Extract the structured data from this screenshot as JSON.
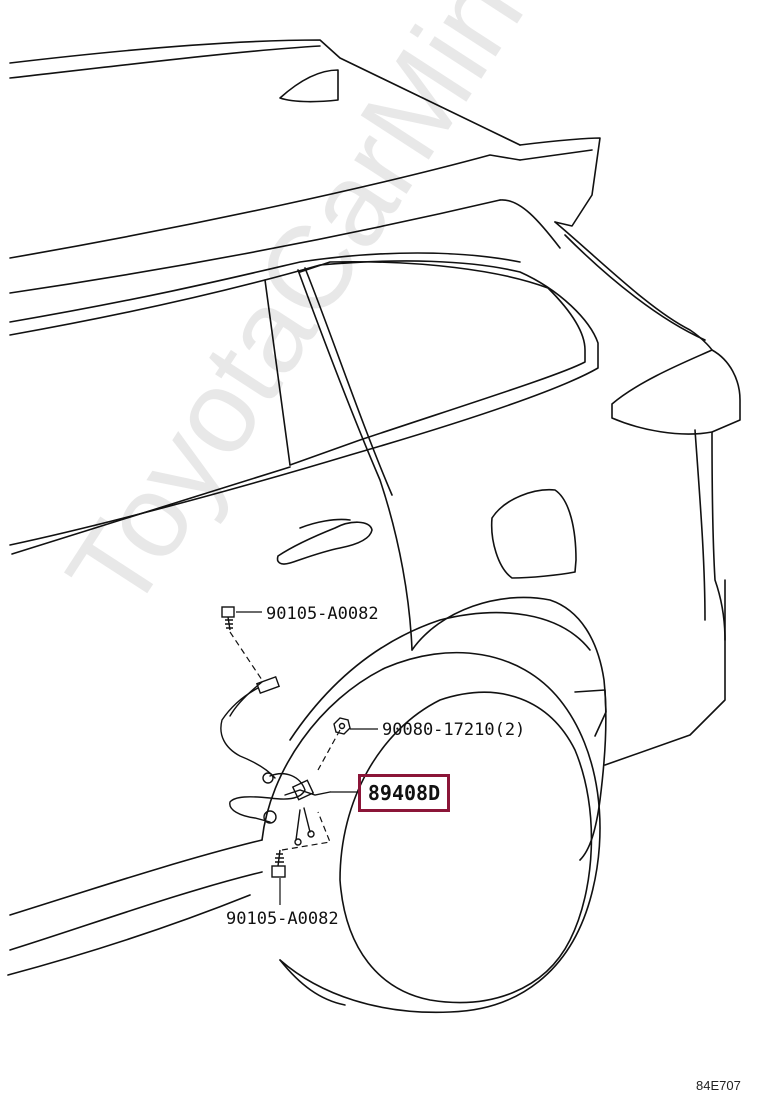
{
  "watermark": "ToyotaCarMine.ru",
  "callouts": {
    "bolt_top": "90105-A0082",
    "nut": "90080-17210(2)",
    "part_highlight": "89408D",
    "bolt_bottom": "90105-A0082"
  },
  "figure_ref": "84E707",
  "colors": {
    "line": "#111111",
    "highlight_border": "#8b1538"
  }
}
